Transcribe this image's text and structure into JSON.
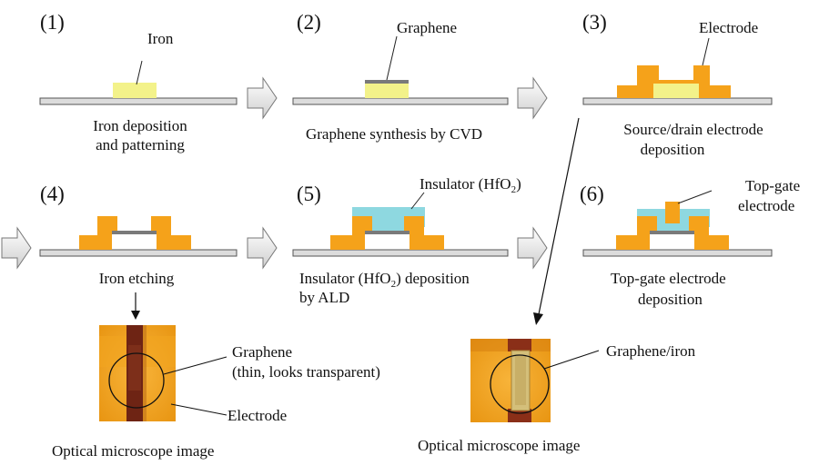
{
  "steps": [
    {
      "number": "(1)",
      "callout": "Iron",
      "caption_lines": [
        "Iron deposition",
        "and patterning"
      ]
    },
    {
      "number": "(2)",
      "callout": "Graphene",
      "caption_lines": [
        "Graphene synthesis by CVD"
      ]
    },
    {
      "number": "(3)",
      "callout": "Electrode",
      "caption_lines": [
        "Source/drain  electrode",
        "deposition"
      ]
    },
    {
      "number": "(4)",
      "caption_lines": [
        "Iron etching"
      ]
    },
    {
      "number": "(5)",
      "callout_pre": "Insulator (HfO",
      "callout_sub": "2",
      "callout_post": ")",
      "caption_line1_pre": "Insulator (HfO",
      "caption_line1_sub": "2",
      "caption_line1_post": ") deposition",
      "caption_line2": "by ALD"
    },
    {
      "number": "(6)",
      "callout_lines": [
        "Top-gate",
        "electrode"
      ],
      "caption_lines": [
        "Top-gate electrode",
        "deposition"
      ]
    }
  ],
  "micrographs": [
    {
      "callouts": [
        "Graphene",
        "(thin, looks transparent)"
      ],
      "electrode_callout": "Electrode",
      "caption": "Optical microscope image"
    },
    {
      "callouts": [
        "Graphene/iron"
      ],
      "caption": "Optical microscope image"
    }
  ],
  "colors": {
    "iron": "#f3f28a",
    "electrode": "#f5a21a",
    "insulator": "#8ed8e0",
    "graphene": "#7a7a7a",
    "substrate": "#dcdcdc"
  }
}
